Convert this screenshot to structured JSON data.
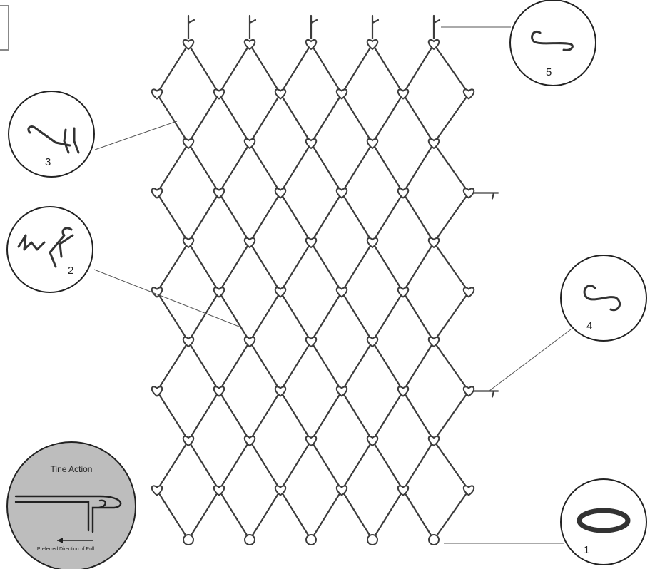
{
  "diagram": {
    "callouts": [
      {
        "id": "5",
        "label": "5",
        "part": "s-hook-open"
      },
      {
        "id": "3",
        "label": "3",
        "part": "bent-wire-clip"
      },
      {
        "id": "2",
        "label": "2",
        "part": "tie-clip"
      },
      {
        "id": "4",
        "label": "4",
        "part": "s-hook"
      },
      {
        "id": "1",
        "label": "1",
        "part": "ring"
      }
    ],
    "inset": {
      "title": "Tine Action",
      "caption": "Preferred Direction of Pull"
    },
    "colors": {
      "wire": "#3c3c3c",
      "inset_fill": "#bdbdbd",
      "background": "#ffffff"
    }
  }
}
